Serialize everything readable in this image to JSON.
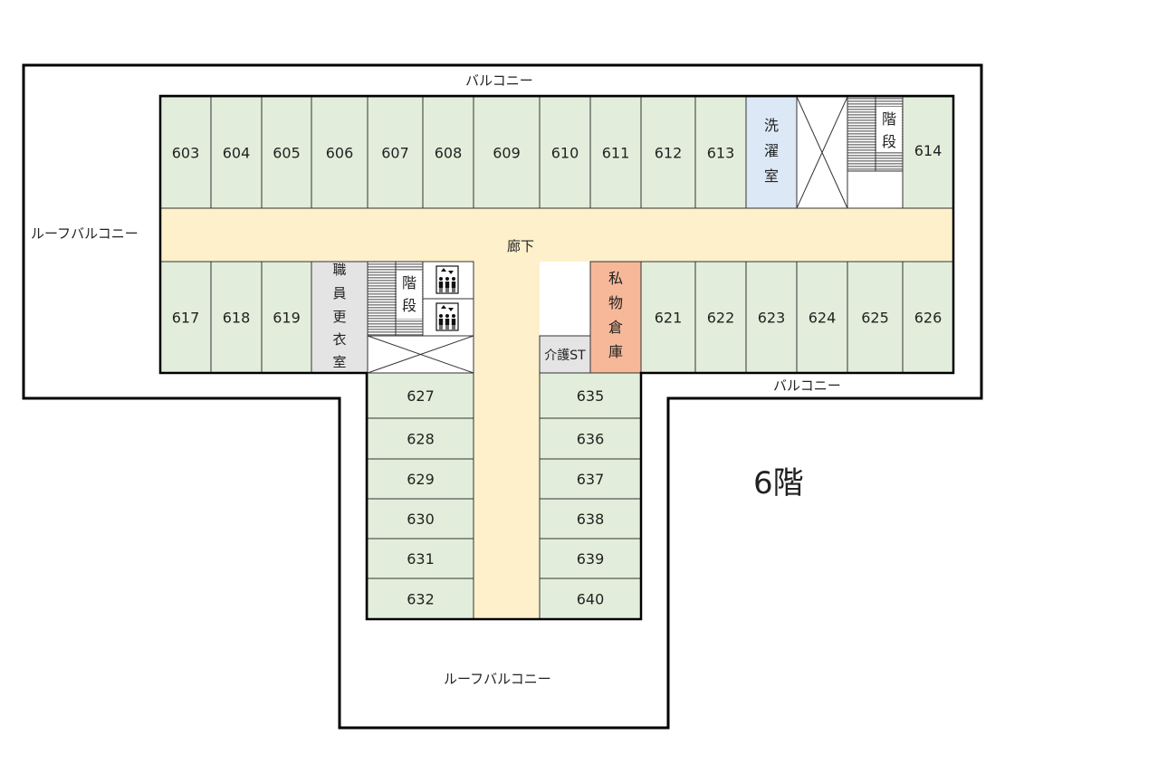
{
  "floor_label": "6階",
  "balcony_labels": {
    "top": "バルコニー",
    "right": "バルコニー",
    "roof_left": "ルーフバルコニー",
    "roof_bottom": "ルーフバルコニー"
  },
  "corridor_label": "廊下",
  "colors": {
    "room": "#e2eedb",
    "corridor": "#fdf0cb",
    "laundry": "#dce8f5",
    "staff": "#e4e4e4",
    "storage": "#f6b899",
    "nurse": "#e4e4e4",
    "wall": "#000000"
  },
  "rooms_top": [
    "603",
    "604",
    "605",
    "606",
    "607",
    "608",
    "609",
    "610",
    "611",
    "612",
    "613"
  ],
  "room_614": "614",
  "laundry_room": [
    "洗",
    "濯",
    "室"
  ],
  "stairs_right": [
    "階",
    "段"
  ],
  "rooms_middle_left": [
    "617",
    "618",
    "619"
  ],
  "staff_room": [
    "職",
    "員",
    "更",
    "衣",
    "室"
  ],
  "stairs_left": [
    "階",
    "段"
  ],
  "elevator_icon": "elevator-icon",
  "private_storage": [
    "私",
    "物",
    "倉",
    "庫"
  ],
  "nurse_station": "介護ST",
  "rooms_middle_right": [
    "621",
    "622",
    "623",
    "624",
    "625",
    "626"
  ],
  "rooms_wing_left": [
    "627",
    "628",
    "629",
    "630",
    "631",
    "632"
  ],
  "rooms_wing_right": [
    "635",
    "636",
    "637",
    "638",
    "639",
    "640"
  ]
}
